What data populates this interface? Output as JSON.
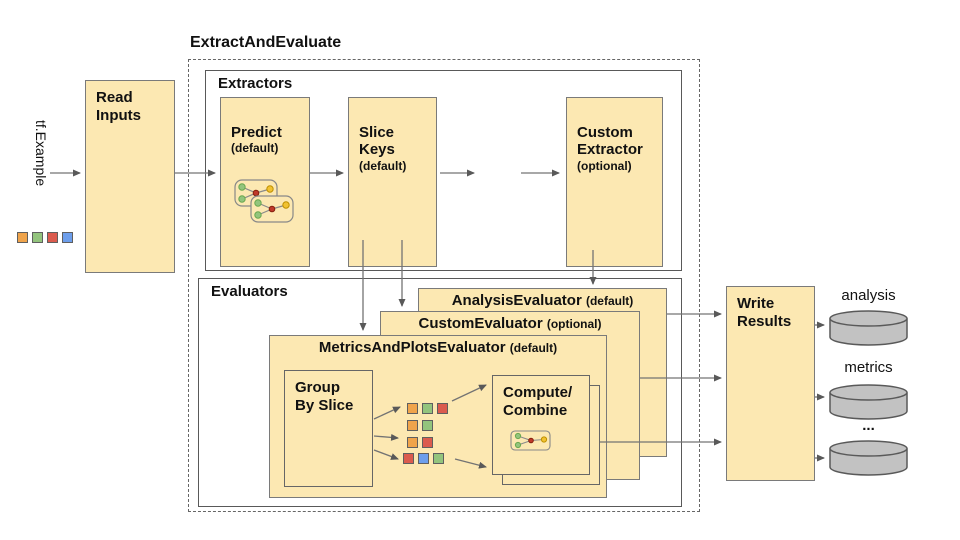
{
  "title": "ExtractAndEvaluate",
  "input": {
    "label": "tf.Example",
    "squares": [
      "orange",
      "green",
      "red",
      "blue"
    ]
  },
  "colors": {
    "box_fill": "#FCE8B2",
    "orange": "#F0A44B",
    "green": "#93C47D",
    "red": "#DB5B4E",
    "blue": "#6D9EEB",
    "cylinder_fill": "#C2C2C2",
    "arrow": "#595959"
  },
  "read_inputs": {
    "title": "Read\nInputs"
  },
  "extractors": {
    "label": "Extractors",
    "predict": {
      "title": "Predict",
      "qualifier": "(default)"
    },
    "slice_keys": {
      "title": "Slice\nKeys",
      "qualifier": "(default)"
    },
    "ellipsis": "...",
    "custom": {
      "title": "Custom\nExtractor",
      "qualifier": "(optional)"
    }
  },
  "evaluators": {
    "label": "Evaluators",
    "analysis": {
      "name": "AnalysisEvaluator",
      "qualifier": "(default)"
    },
    "custom": {
      "name": "CustomEvaluator",
      "qualifier": "(optional)"
    },
    "metrics_and_plots": {
      "name": "MetricsAndPlotsEvaluator",
      "qualifier": "(default)"
    },
    "group_by_slice": {
      "title": "Group\nBy Slice"
    },
    "slice_rows": [
      [
        "orange",
        "green",
        "red"
      ],
      [
        "orange",
        "green"
      ],
      [
        "orange",
        "red"
      ],
      [
        "red",
        "blue",
        "green"
      ]
    ],
    "compute_combine": {
      "title": "Compute/\nCombine"
    }
  },
  "outputs": {
    "write_results": {
      "title": "Write\nResults"
    },
    "stores": [
      {
        "label": "analysis"
      },
      {
        "label": "metrics"
      },
      {
        "label": "..."
      }
    ]
  }
}
